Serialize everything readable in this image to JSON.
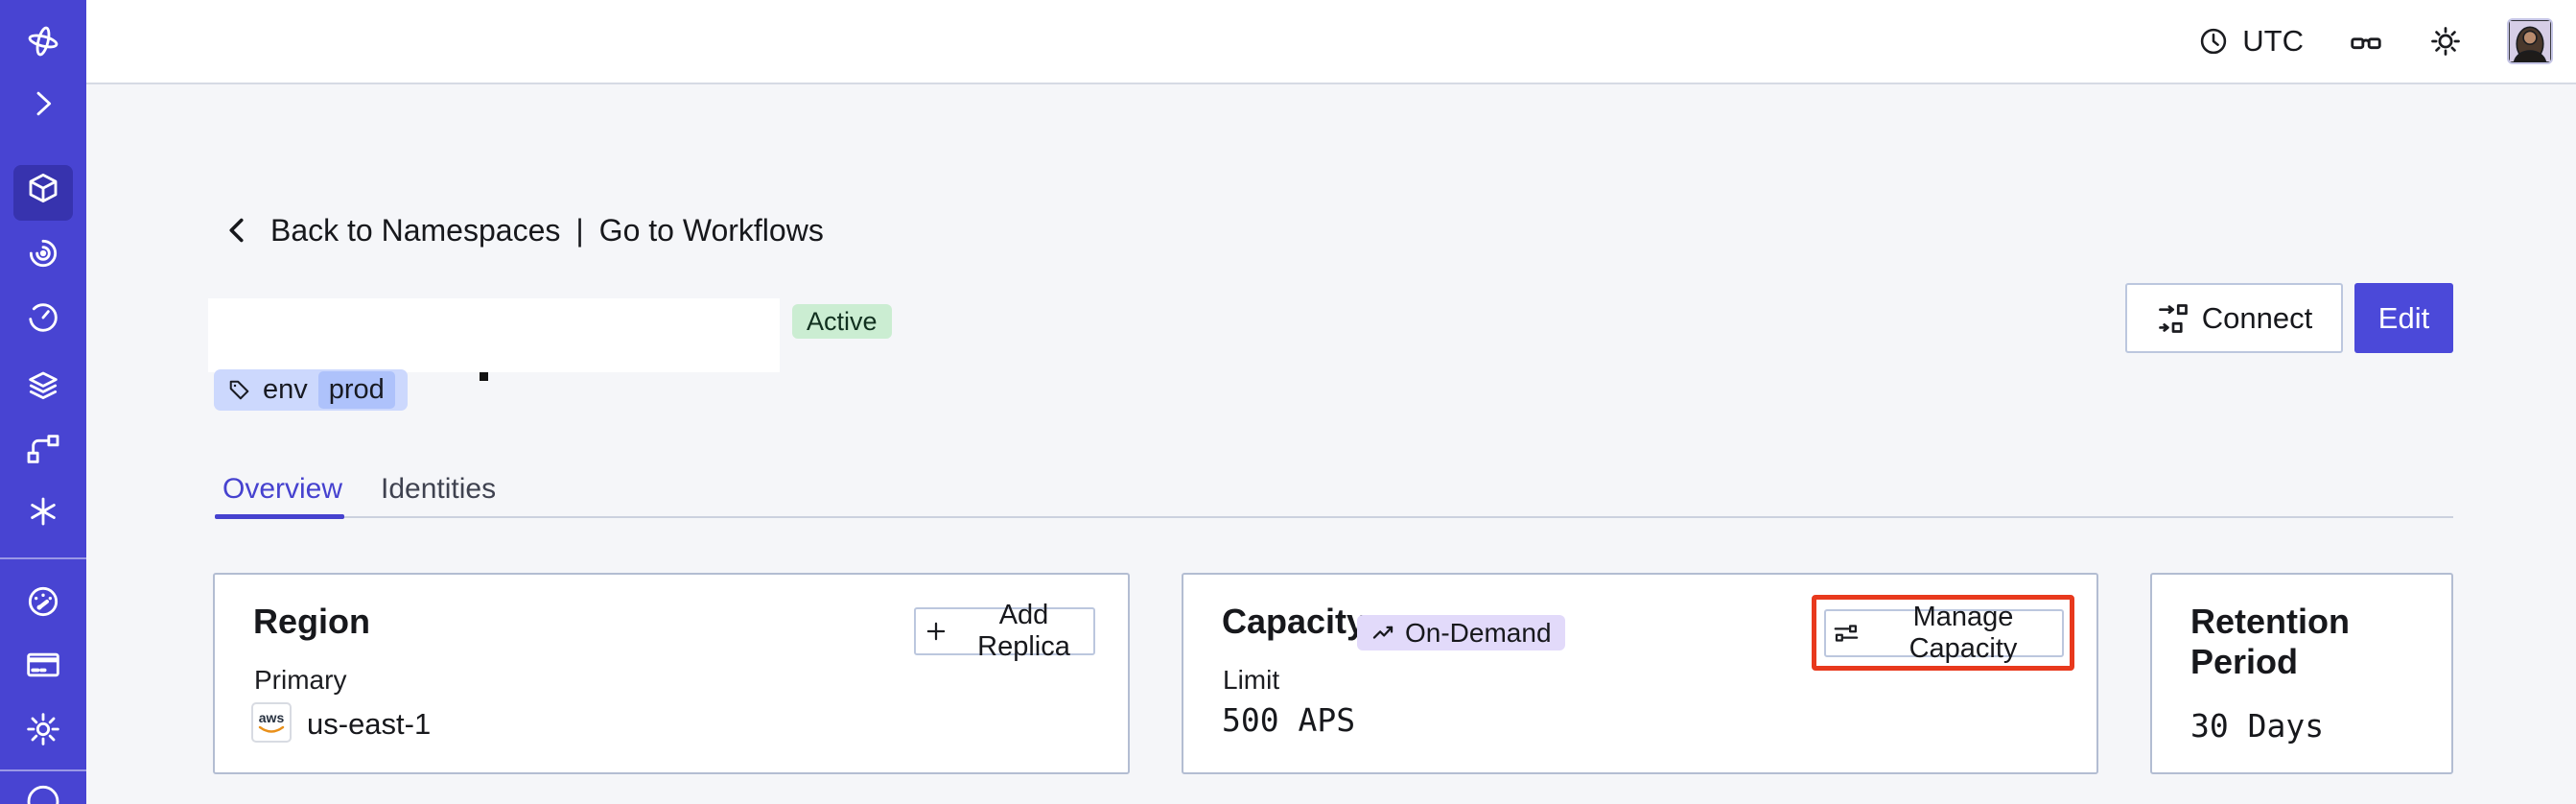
{
  "colors": {
    "sidebar": "#4844d2",
    "sidebar_active_item": "#3733ae",
    "accent_indigo": "#4b49d9",
    "active_badge_bg": "#cbedd2",
    "tag_bg": "#ccd8fd",
    "tag_inner_bg": "#aec2fb",
    "on_demand_bg": "#e2dafa",
    "annotation_red": "#e8391d",
    "card_border": "#b3bdd2",
    "page_bg": "#f5f6f9"
  },
  "sidebar_icons": [
    "temporal-logo",
    "chevron-right",
    "namespaces-cube",
    "workflows-spiral",
    "schedules-clock",
    "deployments-layers",
    "batch-operations-branch",
    "nexus-asterisk",
    "usage-gauge",
    "billing-card",
    "settings-gear",
    "help-circle"
  ],
  "header": {
    "timezone": "UTC",
    "icons": [
      "clock-icon",
      "glasses-icon",
      "sun-icon",
      "avatar"
    ]
  },
  "breadcrumb": {
    "back": "Back to Namespaces",
    "separator": "|",
    "forward": "Go to Workflows"
  },
  "namespace": {
    "status": "Active",
    "tag_key": "env",
    "tag_value": "prod"
  },
  "actions": {
    "connect": "Connect",
    "edit": "Edit"
  },
  "tabs": [
    {
      "label": "Overview",
      "active": true
    },
    {
      "label": "Identities",
      "active": false
    }
  ],
  "cards": {
    "region": {
      "title": "Region",
      "add_replica": "Add Replica",
      "label": "Primary",
      "provider": "aws",
      "value": "us-east-1"
    },
    "capacity": {
      "title": "Capacity",
      "badge": "On-Demand",
      "manage": "Manage Capacity",
      "label": "Limit",
      "value": "500 APS"
    },
    "retention": {
      "title": "Retention Period",
      "value": "30 Days"
    }
  }
}
